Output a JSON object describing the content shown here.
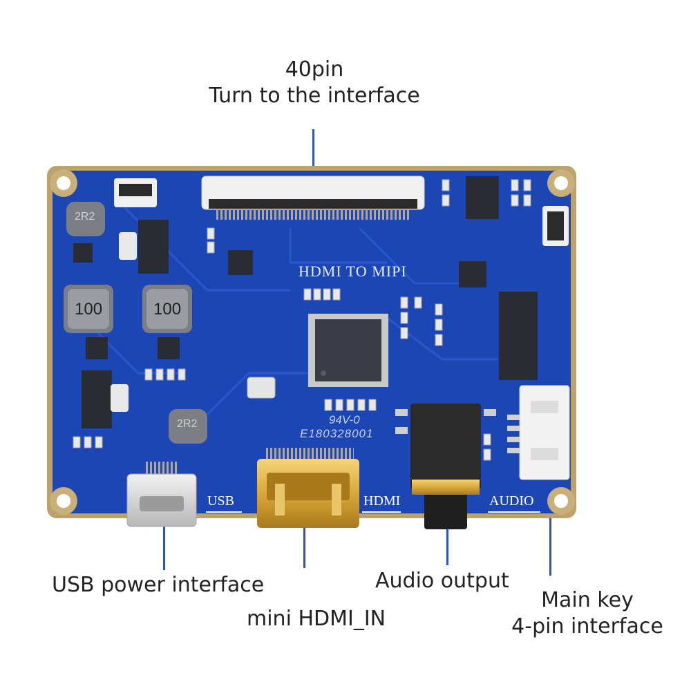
{
  "callouts": {
    "top_line1": "40pin",
    "top_line2": "Turn to the interface",
    "usb": "USB power interface",
    "hdmi": "mini HDMI_IN",
    "audio": "Audio output",
    "key_line1": "Main key",
    "key_line2": "4-pin interface"
  },
  "board": {
    "title": "HDMI TO MIPI",
    "inductor_a": "100",
    "inductor_b": "100",
    "small_inductor_a": "2R2",
    "small_inductor_b": "2R2",
    "rating": "94V-0",
    "serial": "E180328001",
    "port_usb": "USB",
    "port_hdmi": "HDMI",
    "port_audio": "AUDIO"
  },
  "colors": {
    "pcb_blue": "#1b46b4",
    "leader_blue": "#2f55a8",
    "gold": "#d9a83a",
    "chip": "#3a3d45"
  }
}
